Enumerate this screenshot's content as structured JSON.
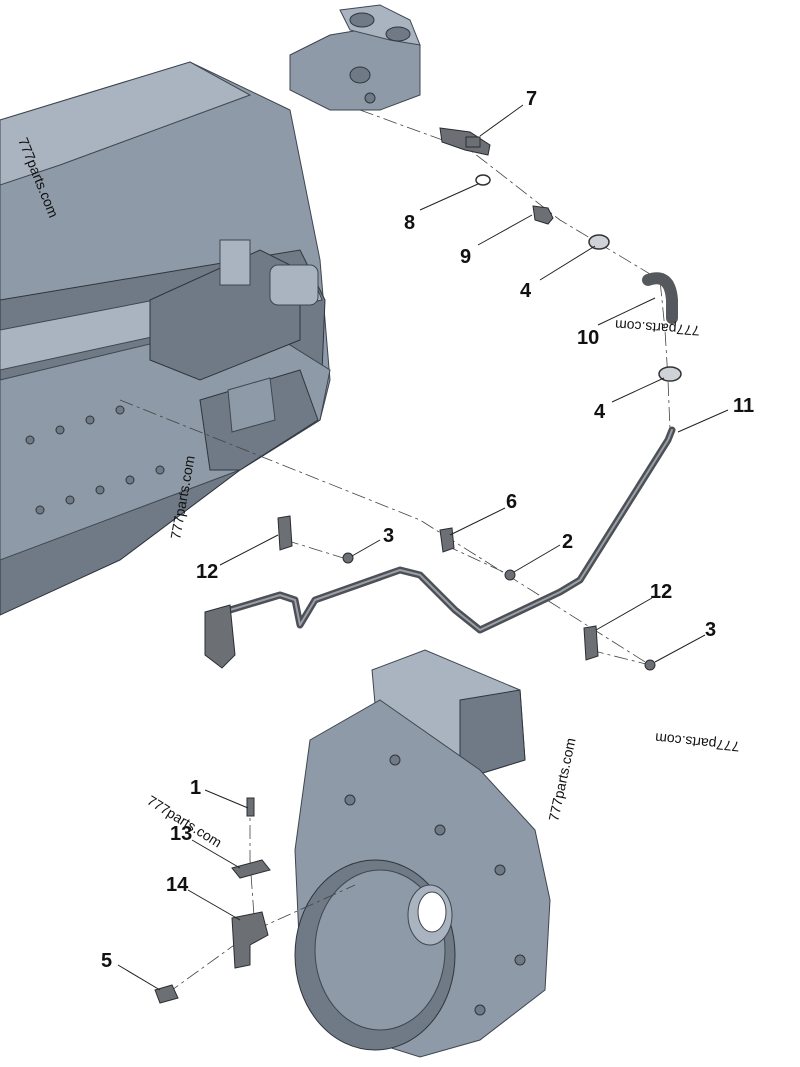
{
  "callouts": {
    "c1": "1",
    "c2": "2",
    "c3a": "3",
    "c3b": "3",
    "c4a": "4",
    "c4b": "4",
    "c5": "5",
    "c6": "6",
    "c7": "7",
    "c8": "8",
    "c9": "9",
    "c10": "10",
    "c11": "11",
    "c12a": "12",
    "c12b": "12",
    "c13": "13",
    "c14": "14"
  },
  "watermarks": {
    "w1": "777parts.com",
    "w2": "777parts.com",
    "w3": "777parts.com",
    "w4": "777parts.com",
    "w5": "777parts.com",
    "w6": "777parts.com"
  }
}
